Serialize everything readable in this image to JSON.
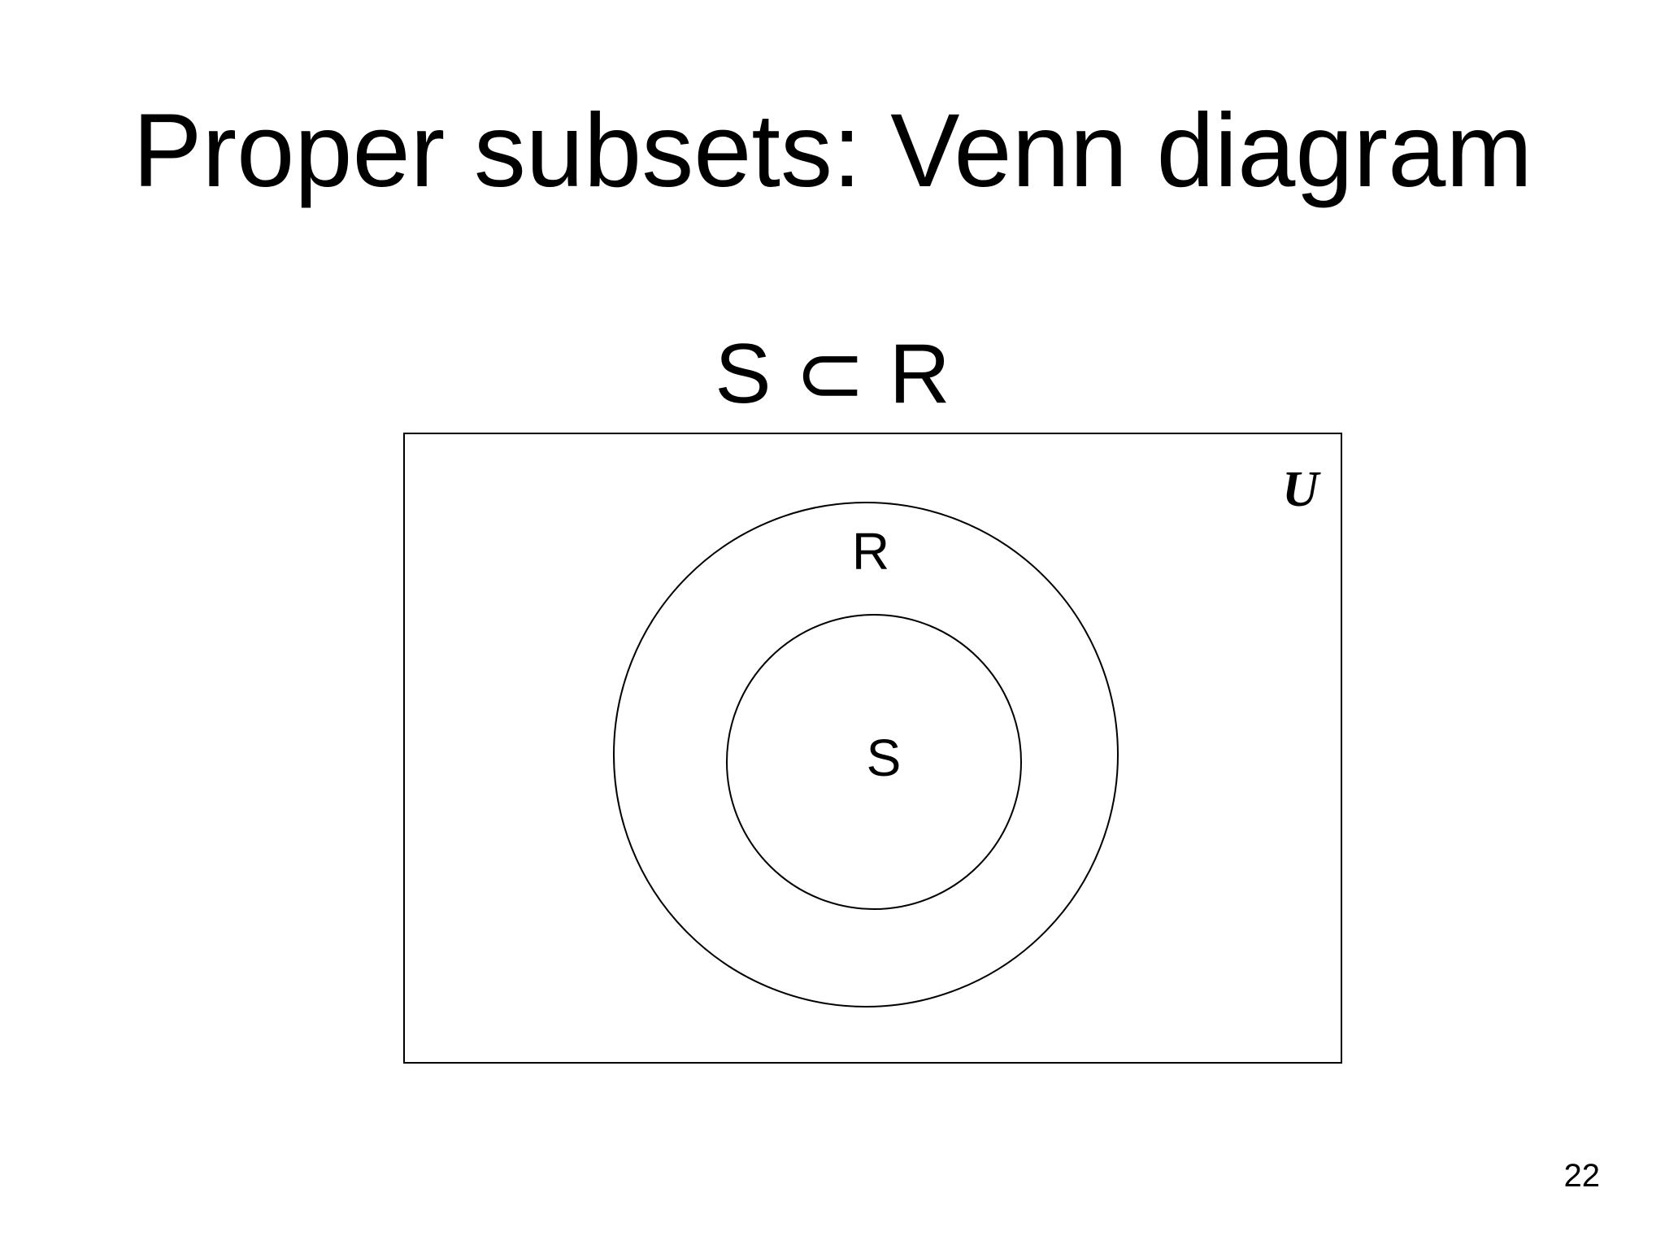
{
  "slide": {
    "title": "Proper subsets: Venn diagram",
    "statement": "S ⊂ R",
    "page_number": "22"
  },
  "diagram": {
    "universe_label": "U",
    "outer_set_label": "R",
    "inner_set_label": "S",
    "stroke_color": "#000000",
    "background_color": "#ffffff"
  }
}
